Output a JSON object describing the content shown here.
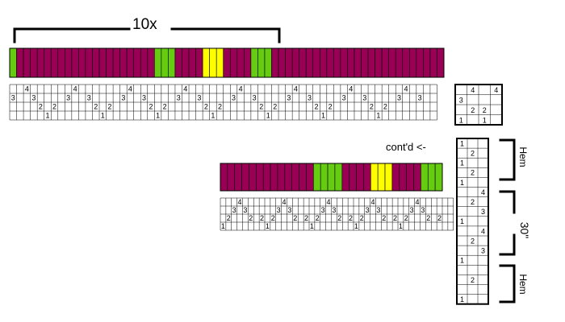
{
  "labels": {
    "repeat": "10x",
    "continued": "cont'd <-",
    "hem_top": "Hem",
    "length": "30\"",
    "hem_bottom": "Hem"
  },
  "colors": {
    "purple": "#990055",
    "green": "#66cc11",
    "yellow": "#ffff00",
    "cell_border": "#000000",
    "grid_line": "#000000",
    "background": "#ffffff"
  },
  "colorwork": {
    "top_row": [
      "G",
      "P",
      "P",
      "P",
      "P",
      "P",
      "P",
      "P",
      "P",
      "P",
      "P",
      "P",
      "P",
      "P",
      "P",
      "P",
      "P",
      "P",
      "P",
      "P",
      "P",
      "G",
      "G",
      "G",
      "P",
      "P",
      "P",
      "P",
      "Y",
      "Y",
      "Y",
      "P",
      "P",
      "P",
      "P",
      "G",
      "G",
      "G",
      "P",
      "P",
      "P",
      "P",
      "P",
      "P",
      "P",
      "P",
      "P",
      "P",
      "P",
      "P",
      "P",
      "P",
      "P",
      "P",
      "P",
      "P",
      "P",
      "P",
      "P",
      "P",
      "P",
      "P",
      "P"
    ],
    "bottom_row": [
      "P",
      "P",
      "P",
      "P",
      "P",
      "P",
      "P",
      "P",
      "P",
      "P",
      "P",
      "P",
      "P",
      "G",
      "G",
      "G",
      "G",
      "P",
      "P",
      "P",
      "P",
      "Y",
      "Y",
      "Y",
      "P",
      "P",
      "P",
      "P",
      "G",
      "G",
      "G"
    ]
  },
  "stitch_charts": {
    "main_repeat": [
      [
        "",
        "",
        "4",
        "",
        "",
        "",
        "",
        "",
        "",
        "4",
        "",
        "",
        "",
        "",
        "",
        "",
        "",
        "4",
        "",
        "",
        "",
        "",
        "",
        "",
        "",
        "4",
        "",
        "",
        "",
        "",
        "",
        "",
        "",
        "4",
        "",
        "",
        "",
        "",
        "",
        "",
        "",
        "4",
        "",
        "",
        "",
        "",
        "",
        "",
        "",
        "4",
        "",
        "",
        "",
        "",
        "",
        "",
        "",
        "4",
        "",
        "",
        "",
        ""
      ],
      [
        "3",
        "",
        "",
        "3",
        "",
        "",
        "",
        "",
        "3",
        "",
        "",
        "3",
        "",
        "",
        "",
        "",
        "3",
        "",
        "",
        "3",
        "",
        "",
        "",
        "",
        "3",
        "",
        "",
        "3",
        "",
        "",
        "",
        "",
        "3",
        "",
        "",
        "3",
        "",
        "",
        "",
        "",
        "3",
        "",
        "",
        "3",
        "",
        "",
        "",
        "",
        "3",
        "",
        "",
        "3",
        "",
        "",
        "",
        "",
        "3",
        "",
        "",
        "3",
        "",
        ""
      ],
      [
        "",
        "",
        "",
        "",
        "2",
        "",
        "2",
        "",
        "",
        "",
        "",
        "",
        "2",
        "",
        "2",
        "",
        "",
        "",
        "",
        "",
        "2",
        "",
        "2",
        "",
        "",
        "",
        "",
        "",
        "2",
        "",
        "2",
        "",
        "",
        "",
        "",
        "",
        "2",
        "",
        "2",
        "",
        "",
        "",
        "",
        "",
        "2",
        "",
        "2",
        "",
        "",
        "",
        "",
        "",
        "2",
        "",
        "2",
        "",
        "",
        "",
        "",
        ""
      ],
      [
        "",
        "",
        "",
        "",
        "",
        "1",
        "",
        "",
        "",
        "",
        "",
        "",
        "",
        "1",
        "",
        "",
        "",
        "",
        "",
        "",
        "",
        "1",
        "",
        "",
        "",
        "",
        "",
        "",
        "",
        "1",
        "",
        "",
        "",
        "",
        "",
        "",
        "",
        "1",
        "",
        "",
        "",
        "",
        "",
        "",
        "",
        "1",
        "",
        "",
        "",
        "",
        "",
        "",
        "",
        "1",
        "",
        "",
        "",
        "",
        "",
        "",
        ""
      ]
    ],
    "side_key": [
      [
        "",
        "4",
        "",
        "4"
      ],
      [
        "3",
        "",
        "",
        ""
      ],
      [
        "",
        "2",
        "2",
        ""
      ],
      [
        "1",
        "",
        "1",
        ""
      ]
    ],
    "continued_repeat": [
      [
        "",
        "",
        "",
        "4",
        "",
        "",
        "",
        "",
        "",
        "",
        "",
        "4",
        "",
        "",
        "",
        "",
        "",
        "",
        "",
        "4",
        "",
        "",
        "",
        "",
        "",
        "",
        "",
        "4",
        "",
        "",
        "",
        "",
        "",
        "",
        "",
        "4",
        "",
        "",
        "",
        "",
        "",
        ""
      ],
      [
        "",
        "",
        "3",
        "",
        "3",
        "",
        "",
        "",
        "",
        "",
        "3",
        "",
        "3",
        "",
        "",
        "",
        "",
        "",
        "3",
        "",
        "3",
        "",
        "",
        "",
        "",
        "",
        "3",
        "",
        "3",
        "",
        "",
        "",
        "",
        "",
        "3",
        "",
        "3",
        "",
        "",
        ""
      ],
      [
        "",
        "2",
        "",
        "",
        "",
        "2",
        "",
        "2",
        "",
        "2",
        "",
        "",
        "",
        "2",
        "",
        "2",
        "",
        "2",
        "",
        "",
        "",
        "2",
        "",
        "2",
        "",
        "2",
        "",
        "",
        "",
        "2",
        "",
        "2",
        "",
        "2",
        "",
        "",
        "",
        "2",
        "",
        "2"
      ],
      [
        "1",
        "",
        "",
        "",
        "",
        "",
        "",
        "",
        "1",
        "",
        "",
        "",
        "",
        "",
        "",
        "",
        "1",
        "",
        "",
        "",
        "",
        "",
        "",
        "",
        "1",
        "",
        "",
        "",
        "",
        "",
        "",
        "",
        "1",
        "",
        "",
        "",
        "",
        "",
        "",
        ""
      ]
    ],
    "vertical_chart": [
      [
        "1",
        "",
        ""
      ],
      [
        "",
        "2",
        ""
      ],
      [
        "1",
        "",
        ""
      ],
      [
        "",
        "2",
        ""
      ],
      [
        "1",
        "",
        ""
      ],
      [
        "",
        "",
        "4"
      ],
      [
        "",
        "2",
        ""
      ],
      [
        "",
        "",
        "3"
      ],
      [
        "1",
        "",
        ""
      ],
      [
        "",
        "",
        "4"
      ],
      [
        "",
        "2",
        ""
      ],
      [
        "",
        "",
        "3"
      ],
      [
        "1",
        "",
        ""
      ],
      [
        "",
        "",
        ""
      ],
      [
        "",
        "2",
        ""
      ],
      [
        "",
        "",
        ""
      ],
      [
        "1",
        "",
        ""
      ]
    ]
  }
}
